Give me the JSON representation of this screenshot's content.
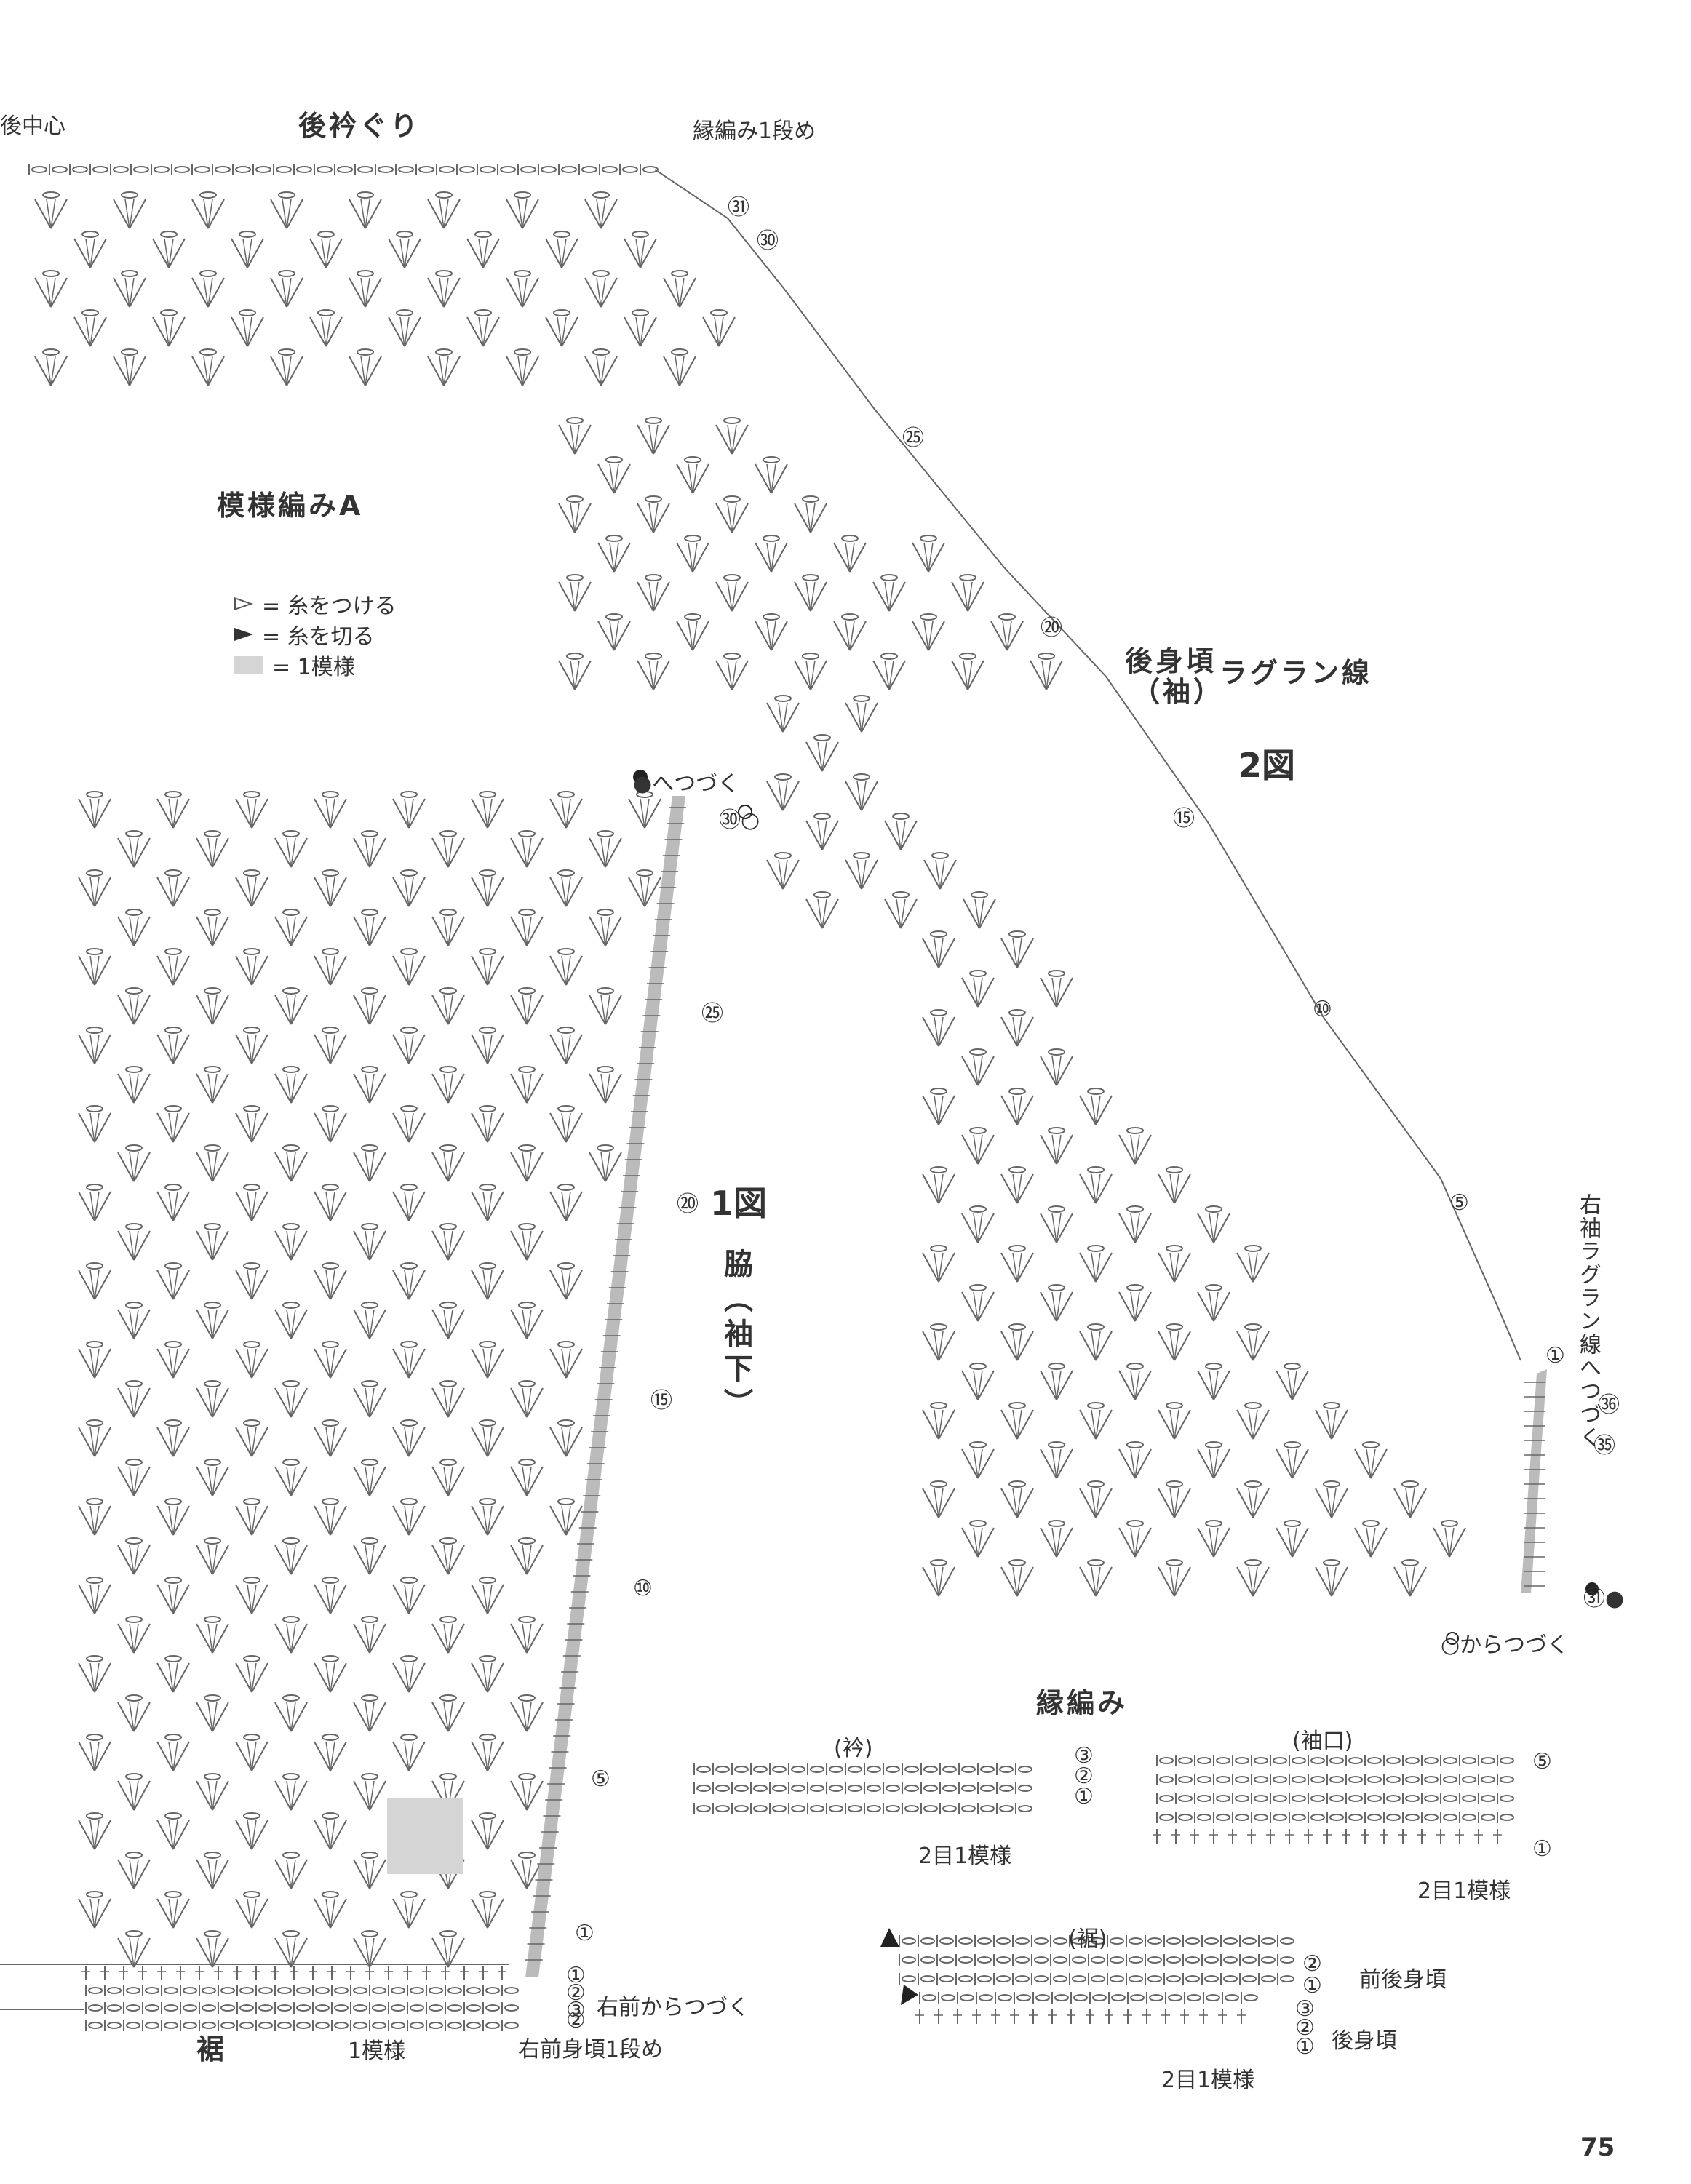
{
  "page": {
    "number": "75"
  },
  "heading": {
    "back_center": "後中心",
    "back_neckline": "後衿ぐり",
    "edge_row1": "縁編み1段め",
    "pattern_a": "模様編みA"
  },
  "legend": [
    {
      "icon": "open-triangle-icon",
      "text": "= 糸をつける"
    },
    {
      "icon": "filled-triangle-icon",
      "text": "= 糸を切る"
    },
    {
      "icon": "gray-box-icon",
      "text": "= 1模様"
    }
  ],
  "fig2": {
    "label_body": "後身頃",
    "label_sleeve": "（袖）",
    "label_raglan": "ラグラン線",
    "title": "2図",
    "right_sleeve_note": "右袖ラグラン線へつづく",
    "from_circle": "○からつづく",
    "rows": [
      "㉛",
      "㉚",
      "㉕",
      "⑳",
      "⑮",
      "⑩",
      "⑤",
      "①",
      "㊱",
      "㉟",
      "㉛●"
    ]
  },
  "fig1": {
    "continue_to": "●へつづく",
    "title": "1図",
    "side_label": "脇（袖下）",
    "rows": [
      "㉚○",
      "㉕",
      "⑳",
      "⑮",
      "⑩",
      "⑤",
      "①"
    ],
    "hem_label": "裾",
    "repeat": "1模様",
    "hem_rows": [
      "①",
      "②",
      "③",
      "①",
      "②"
    ],
    "cont_right_front": "右前からつづく",
    "right_front_row1": "右前身頃1段め"
  },
  "edging": {
    "title": "縁編み",
    "collar": {
      "label": "(衿)",
      "rows": [
        "③",
        "②",
        "①"
      ],
      "repeat": "2目1模様"
    },
    "cuff": {
      "label": "(袖口)",
      "rows": [
        "⑤",
        "",
        "",
        "",
        "①"
      ],
      "repeat": "2目1模様"
    },
    "hem": {
      "label": "(裾)",
      "rows": [
        "②",
        "①",
        "③",
        "②",
        "①"
      ],
      "front_back": "前後身頃",
      "back": "後身頃",
      "repeat": "2目1模様"
    }
  }
}
